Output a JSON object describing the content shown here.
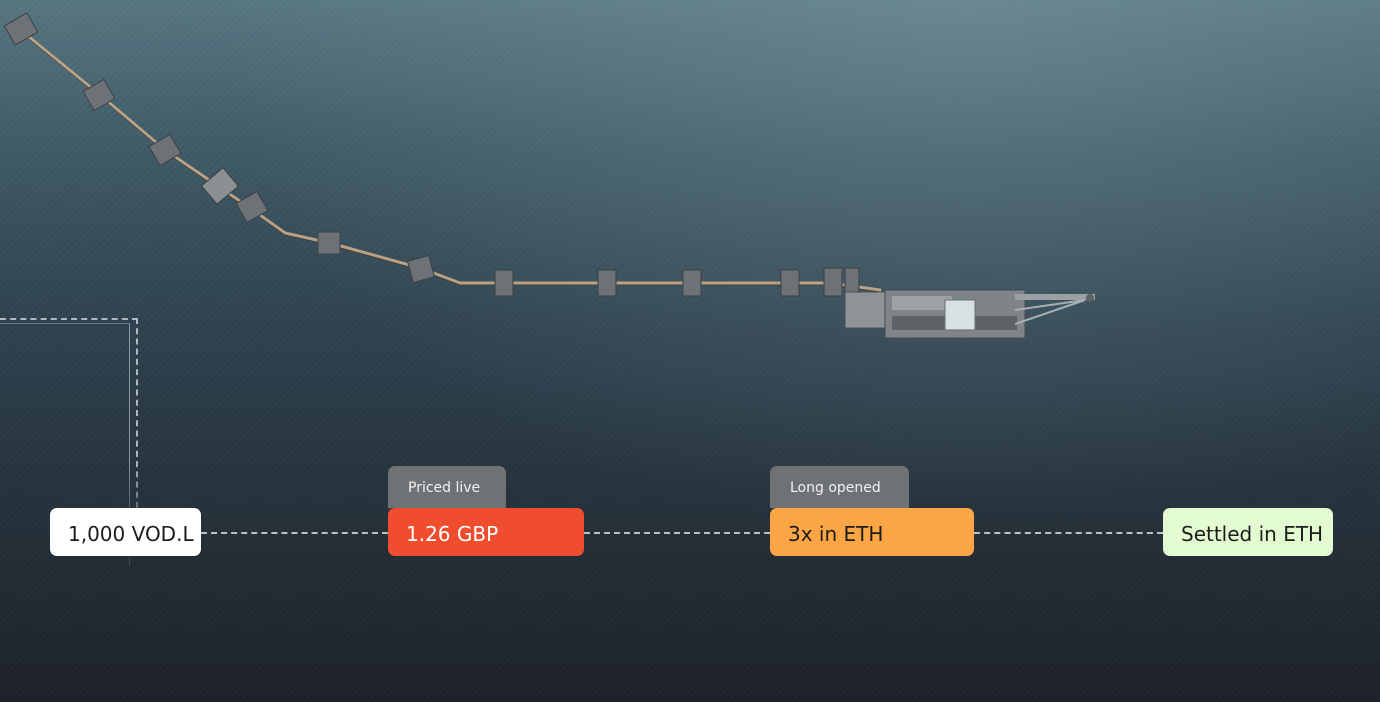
{
  "flow": {
    "start_label": "1,000 VOD.L",
    "price_tag": "Priced live",
    "price_label": "1.26 GBP",
    "long_tag": "Long opened",
    "long_label": "3x in ETH",
    "settle_label": "Settled in ETH"
  },
  "colors": {
    "start_bg": "#ffffff",
    "price_bg": "#ef4d2d",
    "long_bg": "#fca544",
    "settle_bg": "#e3fbd0",
    "tag_bg": "#6f7275"
  }
}
